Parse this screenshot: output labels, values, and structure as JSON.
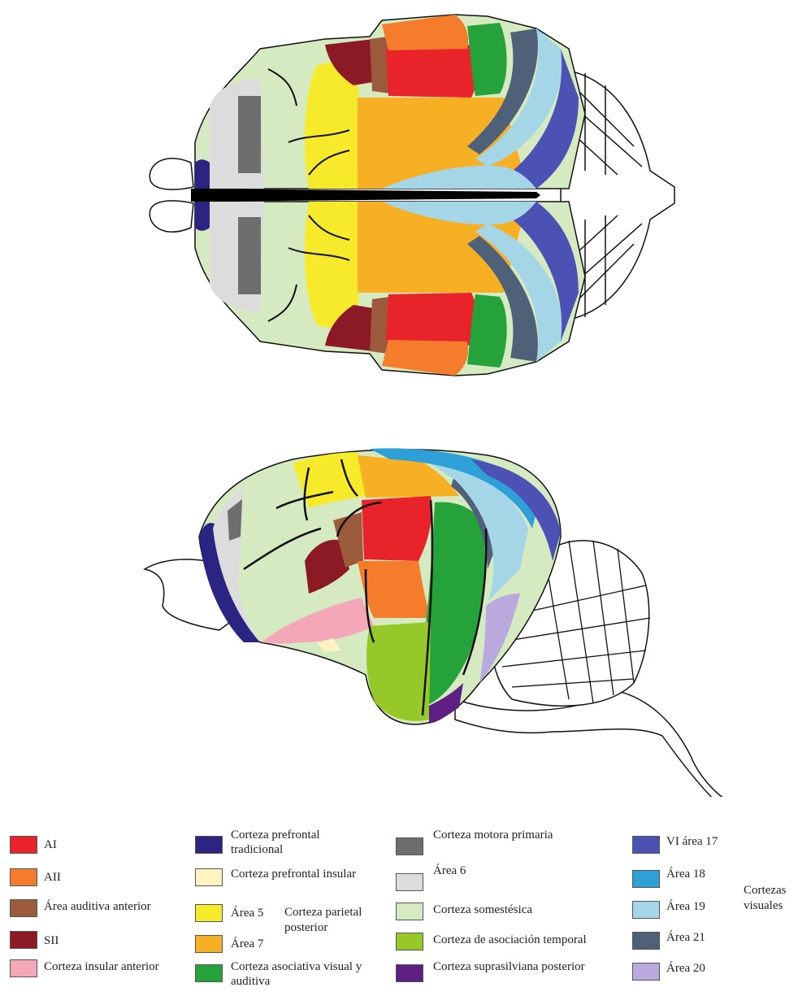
{
  "legend": {
    "col1": [
      {
        "label": "AI",
        "color": "#e8232a"
      },
      {
        "label": "AII",
        "color": "#f47c2a"
      },
      {
        "label": "Área auditiva anterior",
        "color": "#9b5a3c"
      },
      {
        "label": "SII",
        "color": "#8c1a26"
      },
      {
        "label": "Corteza insular anterior",
        "color": "#f4a7b9"
      }
    ],
    "col2": [
      {
        "label": "Corteza prefrontal tradicional",
        "color": "#2b2482"
      },
      {
        "label": "Corteza prefrontal insular",
        "color": "#fdf5c0"
      },
      {
        "label": "Área 5",
        "color": "#f7ea2a"
      },
      {
        "label": "Área 7",
        "color": "#f7b023"
      },
      {
        "label": "Corteza asociativa visual y auditiva",
        "color": "#25a23a"
      }
    ],
    "col3": [
      {
        "label": "Corteza motora primaria",
        "color": "#6e6e6e"
      },
      {
        "label": "Área 6",
        "color": "#dcdcdc"
      },
      {
        "label": "Corteza somestésica",
        "color": "#d6eac2"
      },
      {
        "label": "Corteza de asociación temporal",
        "color": "#97c82a"
      },
      {
        "label": "Corteza suprasilviana posterior",
        "color": "#5e1f83"
      }
    ],
    "col4": [
      {
        "label": "VI área 17",
        "color": "#4b52b3"
      },
      {
        "label": "Área 18",
        "color": "#2f9fd8"
      },
      {
        "label": "Área 19",
        "color": "#a5d6e8"
      },
      {
        "label": "Área 21",
        "color": "#4f6179"
      },
      {
        "label": "Área 20",
        "color": "#b9a9dc"
      }
    ],
    "group_parietal": "Corteza parietal posterior",
    "group_visual": "Cortezas visuales"
  }
}
